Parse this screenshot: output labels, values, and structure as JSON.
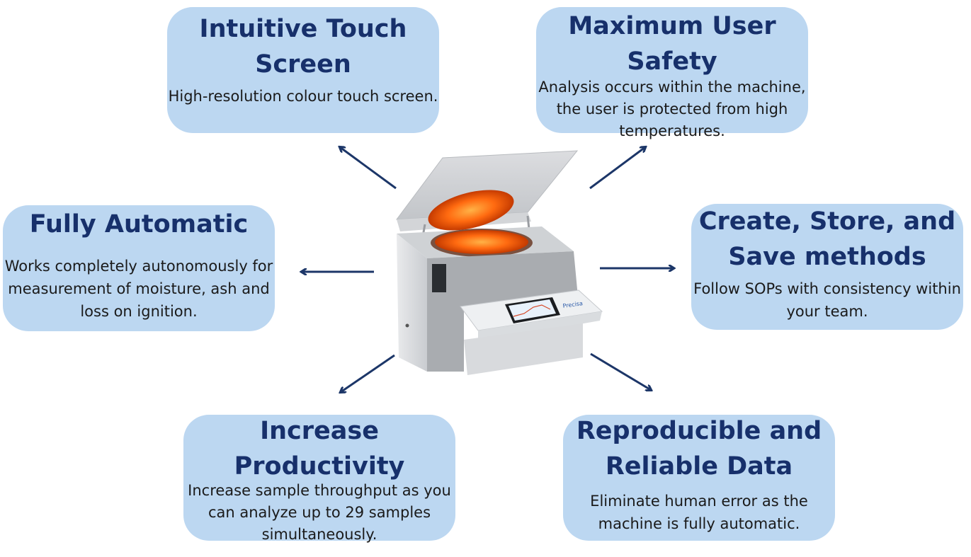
{
  "features": {
    "touch": {
      "title": "Intuitive Touch Screen",
      "description": "High-resolution colour touch screen."
    },
    "safety": {
      "title": "Maximum User Safety",
      "description": "Analysis occurs within the machine, the user is protected from high temperatures."
    },
    "auto": {
      "title": "Fully Automatic",
      "description": "Works completely autonomously for measurement of moisture, ash and loss on ignition."
    },
    "methods": {
      "title": "Create, Store, and Save methods",
      "description": "Follow SOPs with consistency within your team."
    },
    "prod": {
      "title": "Increase Productivity",
      "description": "Increase sample throughput as you can analyze up to 29 samples simultaneously."
    },
    "data": {
      "title": "Reproducible and Reliable Data",
      "description": "Eliminate human error as the machine is fully automatic."
    }
  },
  "machine": {
    "brand": "Precisa"
  },
  "colors": {
    "card": "#bcd7f1",
    "title": "#17306b",
    "arrow": "#1c3668"
  }
}
